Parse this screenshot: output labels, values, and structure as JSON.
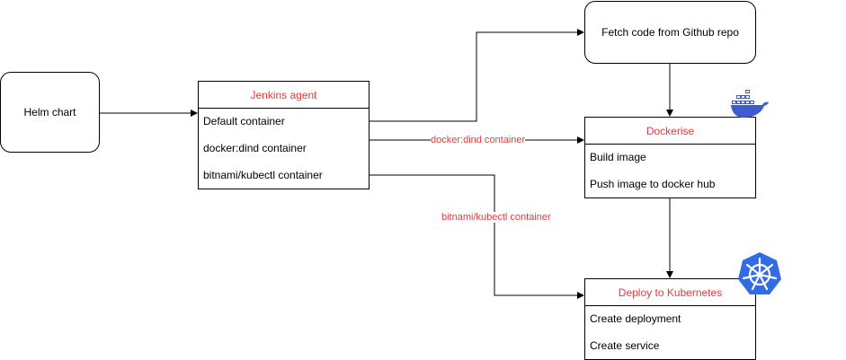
{
  "nodes": {
    "helm": {
      "label": "Helm chart"
    },
    "fetch": {
      "label": "Fetch code from Github repo"
    },
    "jenkins": {
      "title": "Jenkins agent",
      "rows": [
        "Default container",
        "docker:dind container",
        "bitnami/kubectl container"
      ]
    },
    "dockerise": {
      "title": "Dockerise",
      "rows": [
        "Build image",
        "Push image to docker hub"
      ]
    },
    "deploy": {
      "title": "Deploy to Kubernetes",
      "rows": [
        "Create deployment",
        "Create service"
      ]
    }
  },
  "edge_labels": {
    "dind": "docker:dind container",
    "kubectl": "bitnami/kubectl container"
  },
  "icons": {
    "docker": "docker-whale-icon",
    "kubernetes": "kubernetes-helm-wheel-icon"
  },
  "colors": {
    "accent_red": "#e83a3a",
    "docker_blue": "#3c5ccf",
    "k8s_blue": "#326ce5"
  }
}
